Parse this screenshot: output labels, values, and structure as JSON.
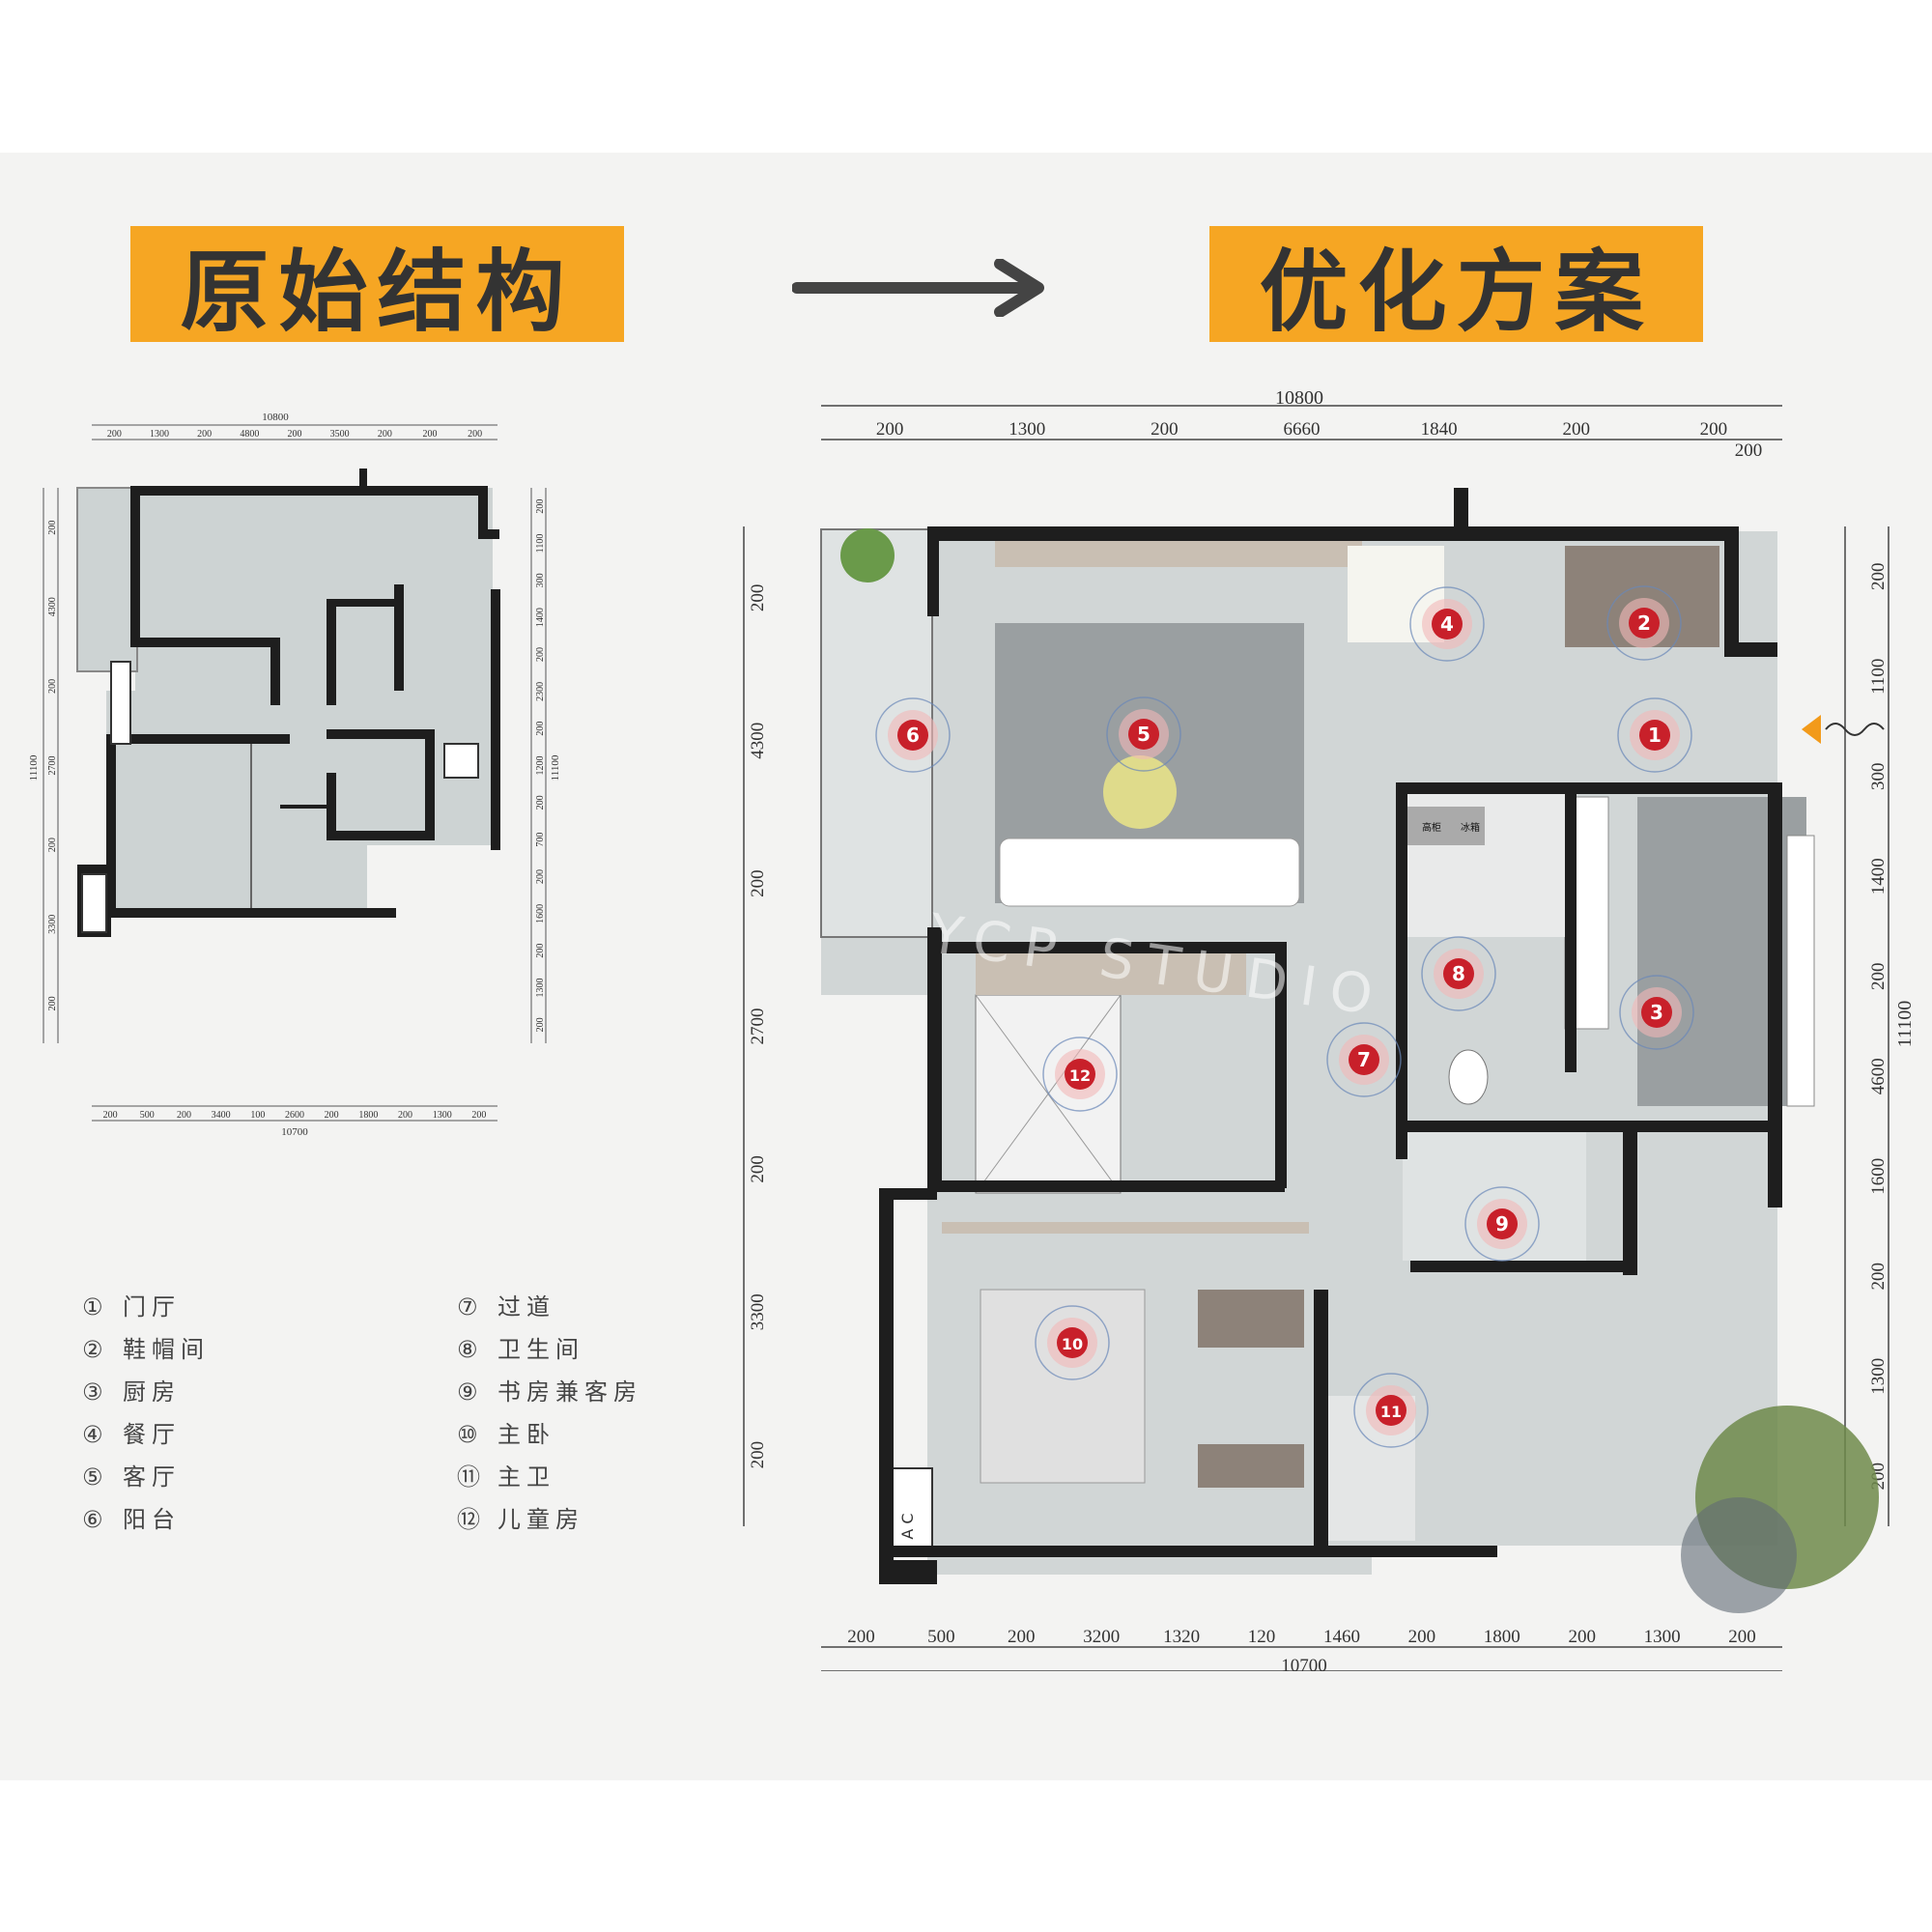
{
  "titles": {
    "original": "原始结构",
    "optimized": "优化方案"
  },
  "original_plan": {
    "dims_top_total": "10800",
    "dims_top": [
      "200",
      "1300",
      "200",
      "4800",
      "200",
      "3500",
      "200",
      "200",
      "200"
    ],
    "dims_bottom_total": "10700",
    "dims_bottom": [
      "200",
      "500",
      "200",
      "3400",
      "100",
      "2600",
      "200",
      "1800",
      "200",
      "1300",
      "200"
    ],
    "dims_left_total": "11100",
    "dims_left": [
      "200",
      "4300",
      "200",
      "2700",
      "200",
      "3300",
      "200"
    ],
    "dims_right_total": "11100",
    "dims_right": [
      "200",
      "1100",
      "300",
      "1400",
      "200",
      "2300",
      "200",
      "1200",
      "200",
      "700",
      "200",
      "1600",
      "200",
      "1300",
      "200"
    ]
  },
  "optimized_plan": {
    "dims_top_total": "10800",
    "dims_top": [
      "200",
      "1300",
      "200",
      "6660",
      "1840",
      "200",
      "200"
    ],
    "dims_top_extra": "200",
    "dims_bottom_total": "10700",
    "dims_bottom": [
      "200",
      "500",
      "200",
      "3200",
      "1320",
      "120",
      "1460",
      "200",
      "1800",
      "200",
      "1300",
      "200"
    ],
    "dims_left": [
      "200",
      "4300",
      "200",
      "2700",
      "200",
      "3300",
      "200"
    ],
    "dims_right_total": "11100",
    "dims_right": [
      "200",
      "1100",
      "300",
      "1400",
      "200",
      "4600",
      "1600",
      "200",
      "1300",
      "200"
    ],
    "markers": [
      "1",
      "2",
      "3",
      "4",
      "5",
      "6",
      "7",
      "8",
      "9",
      "10",
      "11",
      "12"
    ],
    "watermark": "YCP STUDIO",
    "fridge_labels": [
      "高柜",
      "冰箱"
    ],
    "ac_label": "A C"
  },
  "legend": [
    {
      "num": "①",
      "label": "门厅"
    },
    {
      "num": "②",
      "label": "鞋帽间"
    },
    {
      "num": "③",
      "label": "厨房"
    },
    {
      "num": "④",
      "label": "餐厅"
    },
    {
      "num": "⑤",
      "label": "客厅"
    },
    {
      "num": "⑥",
      "label": "阳台"
    },
    {
      "num": "⑦",
      "label": "过道"
    },
    {
      "num": "⑧",
      "label": "卫生间"
    },
    {
      "num": "⑨",
      "label": "书房兼客房"
    },
    {
      "num": "⑩",
      "label": "主卧"
    },
    {
      "num": "⑪",
      "label": "主卫"
    },
    {
      "num": "⑫",
      "label": "儿童房"
    }
  ],
  "colors": {
    "title_bg": "#f6a623",
    "title_text": "#333333",
    "wall": "#1e1e1e",
    "floor": "#cdd3d3",
    "marker": "#c8202a",
    "panel": "#f3f3f2"
  }
}
